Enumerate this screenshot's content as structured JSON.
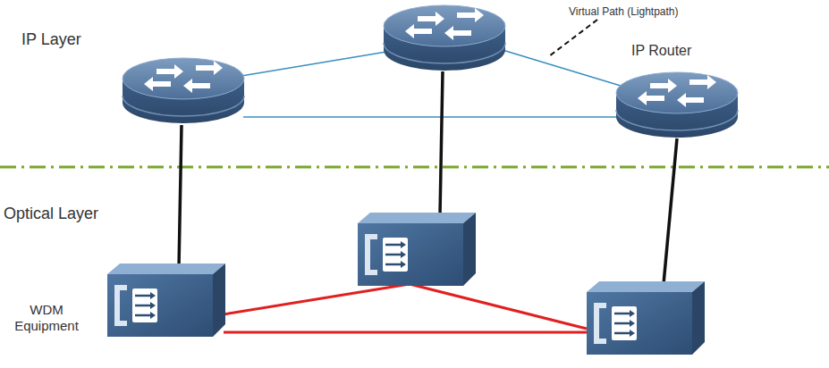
{
  "diagram": {
    "labels": [
      "Virtual Path (Lightpath)",
      "IP Layer",
      "IP Router",
      "Optical Layer",
      "WDM Equipment"
    ]
  }
}
